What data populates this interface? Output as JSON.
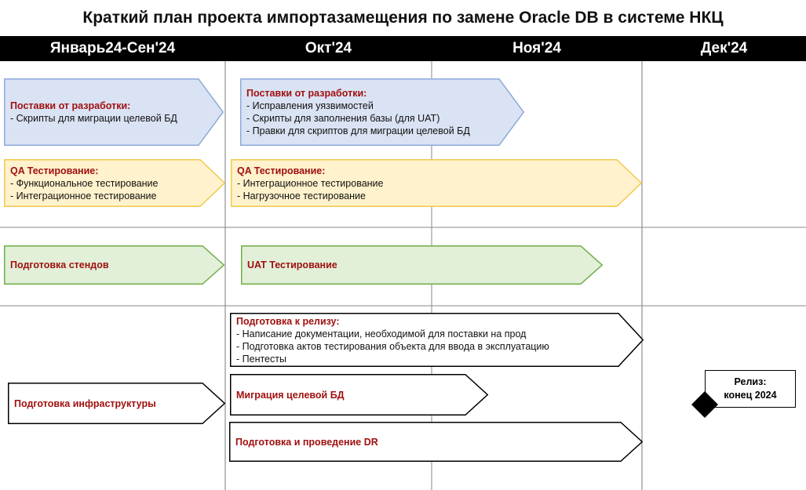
{
  "title": "Краткий план проекта импортазамещения по замене Oracle DB в системе НКЦ",
  "columns": [
    "Январь24-Сен'24",
    "Окт'24",
    "Ноя'24",
    "Дек'24"
  ],
  "colors": {
    "blue_fill": "#dae3f3",
    "blue_stroke": "#8eaadb",
    "yellow_fill": "#fff2cc",
    "yellow_stroke": "#f2c94c",
    "green_fill": "#e2f0d9",
    "green_stroke": "#70ad47",
    "white_fill": "#ffffff",
    "black_stroke": "#000000",
    "title_red": "#a01010"
  },
  "tasks": {
    "dev_1": {
      "title": "Поставки от разработки:",
      "lines": [
        "- Скрипты для миграции целевой БД"
      ]
    },
    "dev_2": {
      "title": "Поставки от разработки:",
      "lines": [
        "- Исправления уязвимостей",
        "- Скрипты для заполнения базы (для UAT)",
        "- Правки для скриптов для миграции целевой БД"
      ]
    },
    "qa_1": {
      "title": "QA Тестирование:",
      "lines": [
        "- Функциональное тестирование",
        "- Интеграционное тестирование"
      ]
    },
    "qa_2": {
      "title": "QA Тестирование:",
      "lines": [
        "- Интеграционное тестирование",
        "- Нагрузочное тестирование"
      ]
    },
    "stands": {
      "title": "Подготовка стендов",
      "lines": []
    },
    "uat": {
      "title": "UAT Тестирование",
      "lines": []
    },
    "release_prep": {
      "title": "Подготовка к релизу:",
      "lines": [
        "- Написание документации, необходимой для поставки на прод",
        "- Подготовка актов тестирования объекта для ввода в эксплуатацию",
        "- Пентесты"
      ]
    },
    "infra": {
      "title": "Подготовка инфраструктуры",
      "lines": []
    },
    "migration": {
      "title": "Миграция целевой БД",
      "lines": []
    },
    "dr": {
      "title": "Подготовка и проведение DR",
      "lines": []
    }
  },
  "milestone": {
    "line1": "Релиз:",
    "line2": "конец 2024"
  }
}
